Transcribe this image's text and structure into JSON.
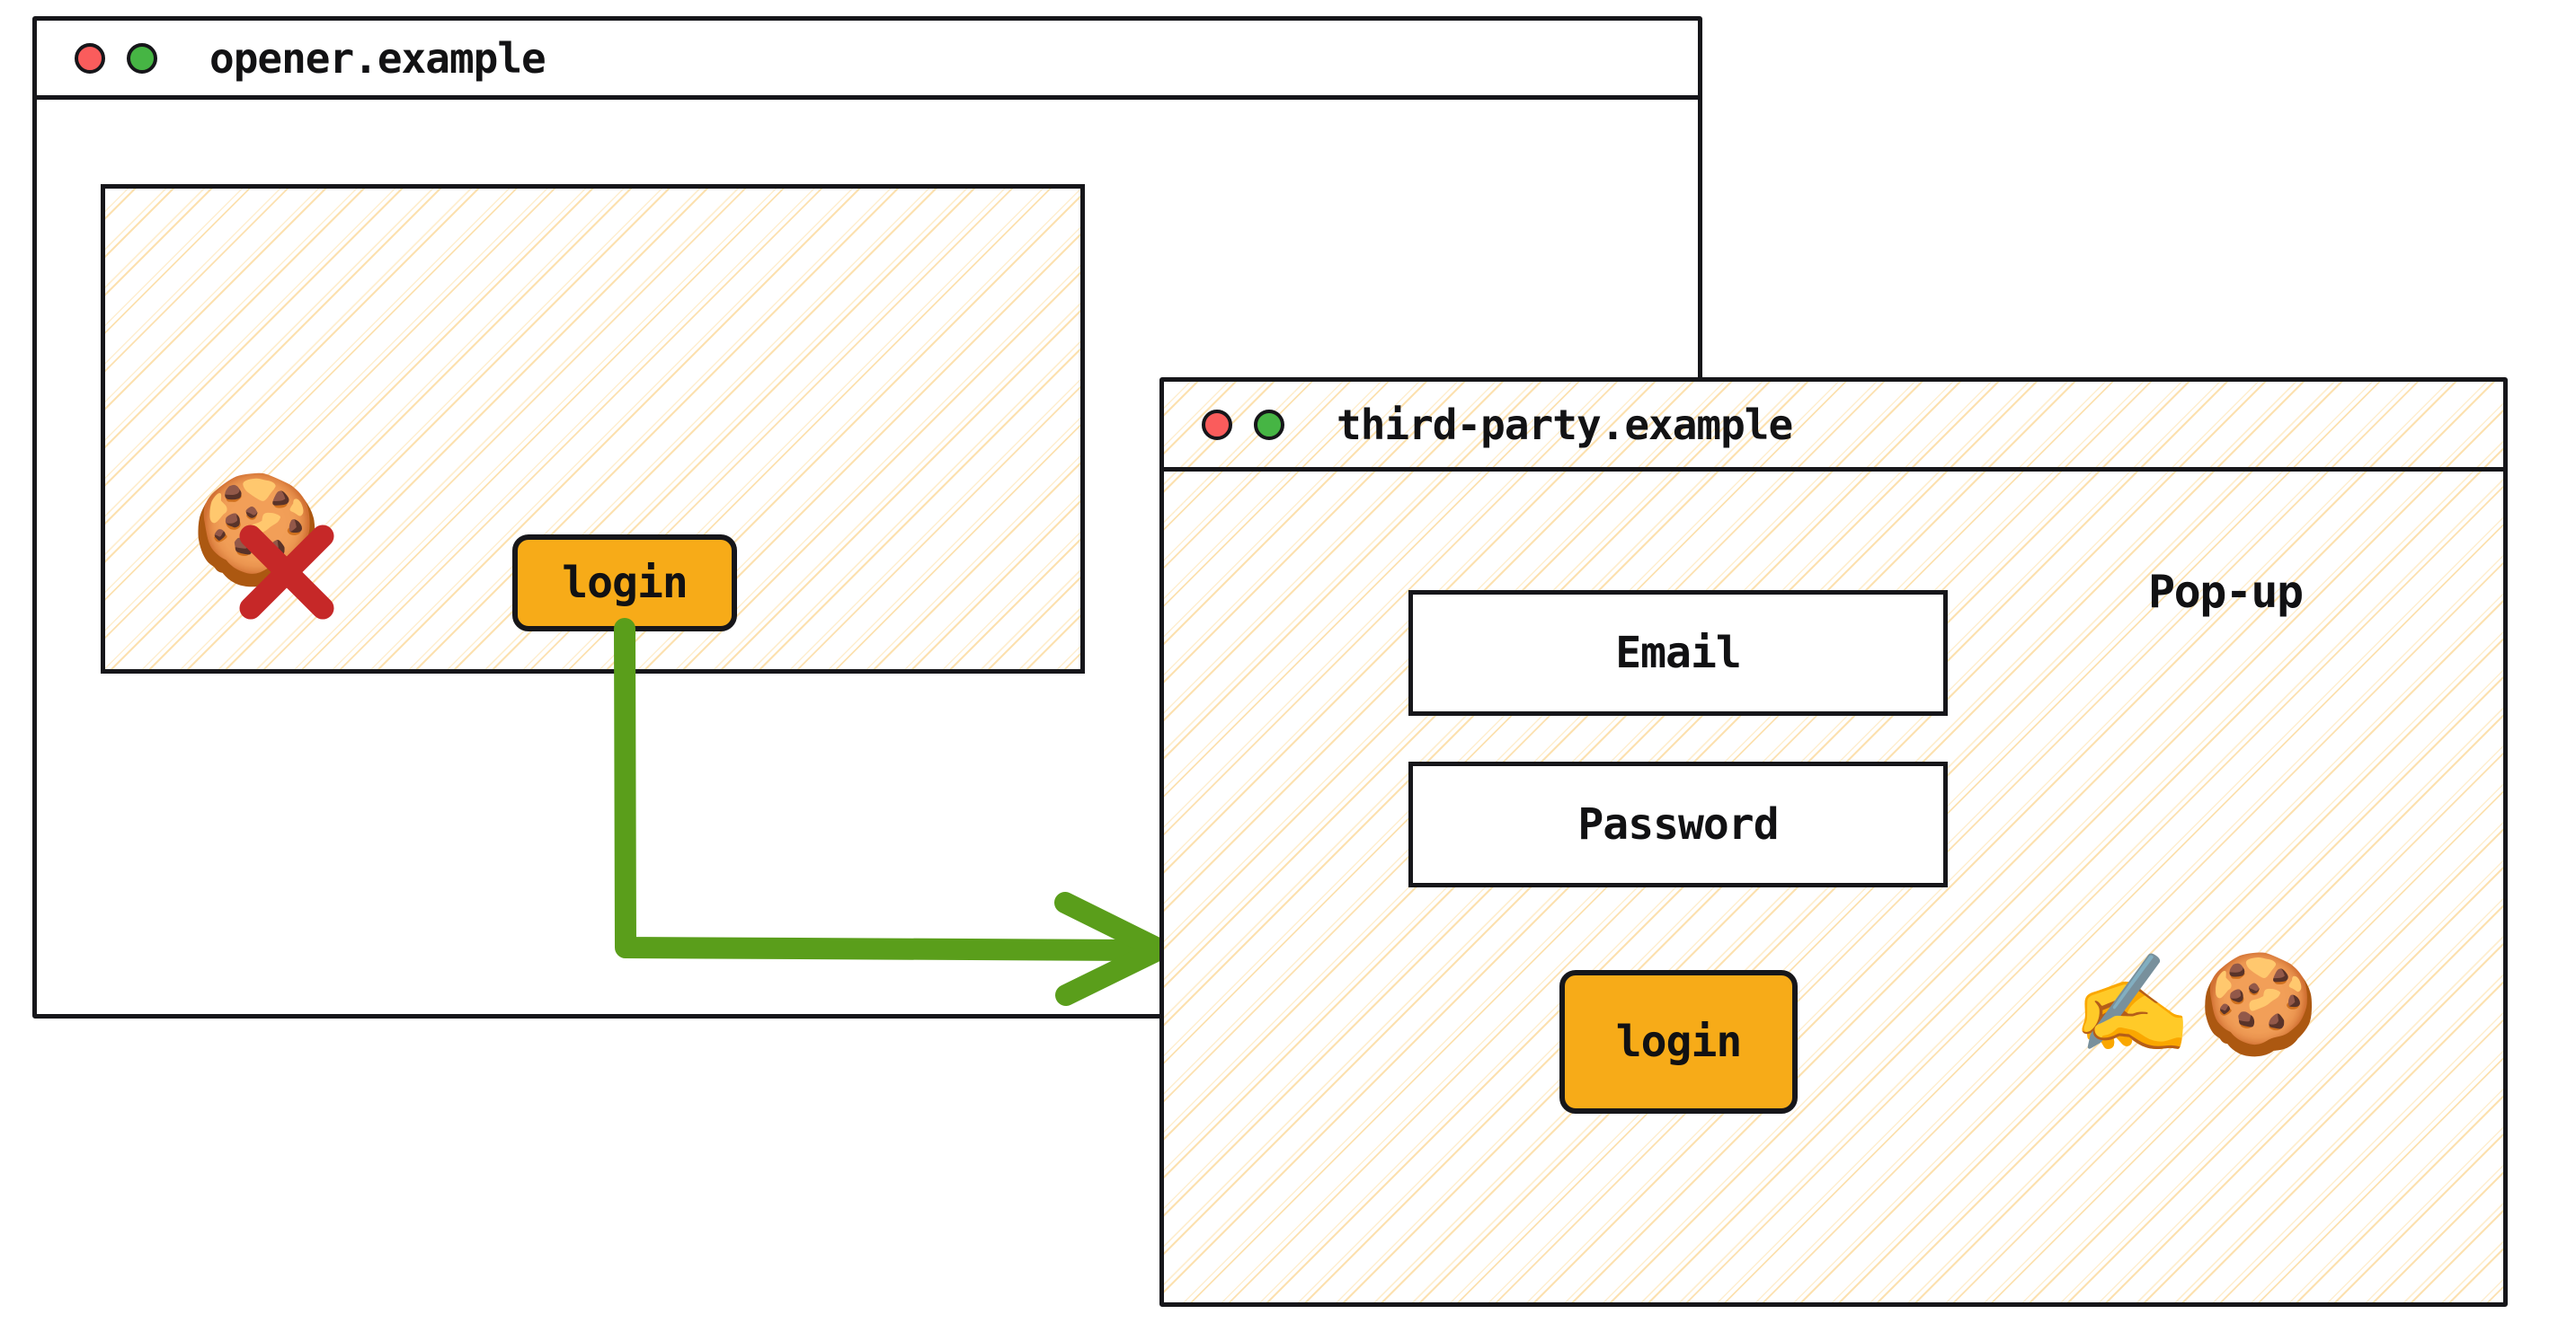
{
  "diagram": {
    "title": "Third-party iframe opens a pop-up on third-party.example to set cookies",
    "colors": {
      "accent_amber": "#f7ab18",
      "flow_green": "#5a9e1b",
      "block_red": "#c62828",
      "ink_black": "#16161a",
      "hatch_gold": "#fac878",
      "light_red": "#fa5c5c",
      "light_green": "#46b544"
    }
  },
  "opener_window": {
    "title": "opener.example",
    "traffic_lights": [
      "close-light",
      "maximize-light"
    ],
    "iframe": {
      "title": "third-party.example iframe",
      "cookie_icon": "cookie-icon",
      "blocked_icon": "red-cross-icon",
      "blocked_meaning": "third-party cookie blocked",
      "login_label": "login"
    }
  },
  "flow": {
    "arrow_icon": "arrow-right-icon",
    "from": "iframe login button",
    "to": "third-party.example pop-up window"
  },
  "popup_window": {
    "title": "third-party.example",
    "annotation": "Pop-up",
    "traffic_lights": [
      "close-light",
      "maximize-light"
    ],
    "form": {
      "email_label": "Email",
      "password_label": "Password",
      "login_label": "login"
    },
    "signing_icons": [
      "writing-hand-icon",
      "cookie-icon"
    ],
    "signing_meaning": "cookie set in first-party context"
  }
}
